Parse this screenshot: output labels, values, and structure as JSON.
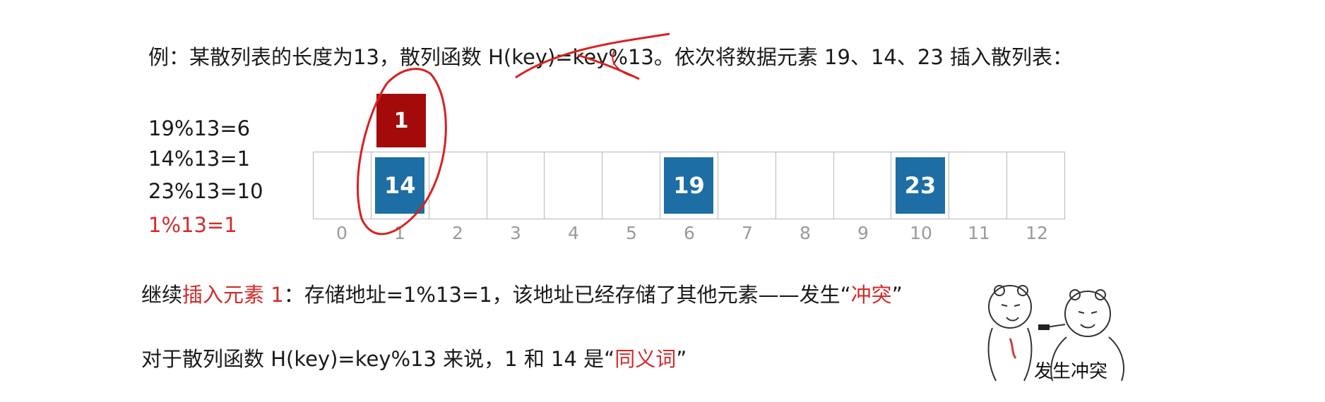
{
  "intro": {
    "prefix": "例：某散列表的长度为13，散列函数 ",
    "formula": "H(key)=key%13",
    "suffix": "。依次将数据元素 19、14、23 插入散列表："
  },
  "calcs": [
    {
      "text": "19%13=6",
      "color": "#1a1a1a"
    },
    {
      "text": "14%13=1",
      "color": "#1a1a1a"
    },
    {
      "text": "23%13=10",
      "color": "#1a1a1a"
    },
    {
      "text": "1%13=1",
      "color": "#d22b2b"
    }
  ],
  "table": {
    "cells": [
      "",
      "14",
      "",
      "",
      "",
      "",
      "19",
      "",
      "",
      "",
      "23",
      "",
      ""
    ],
    "indices": [
      "0",
      "1",
      "2",
      "3",
      "4",
      "5",
      "6",
      "7",
      "8",
      "9",
      "10",
      "11",
      "12"
    ],
    "fill_color": "#1c6ea4"
  },
  "new_element": {
    "label": "1",
    "color": "#a30b0b"
  },
  "continue_line": {
    "p1": "继续",
    "p2_red": "插入元素 1",
    "p3": "：存储地址=1%13=1，该地址已经存储了其他元素——发生“",
    "p4_red": "冲突",
    "p5": "”"
  },
  "synonym_line": {
    "p1": "对于散列函数 H(key)=key%13 来说，1 和 14 是“",
    "p2_red": "同义词",
    "p3": "”"
  },
  "meme": {
    "caption": "发生冲突",
    "icon": "two-bears-meme"
  },
  "annotation_color": "#d92020"
}
